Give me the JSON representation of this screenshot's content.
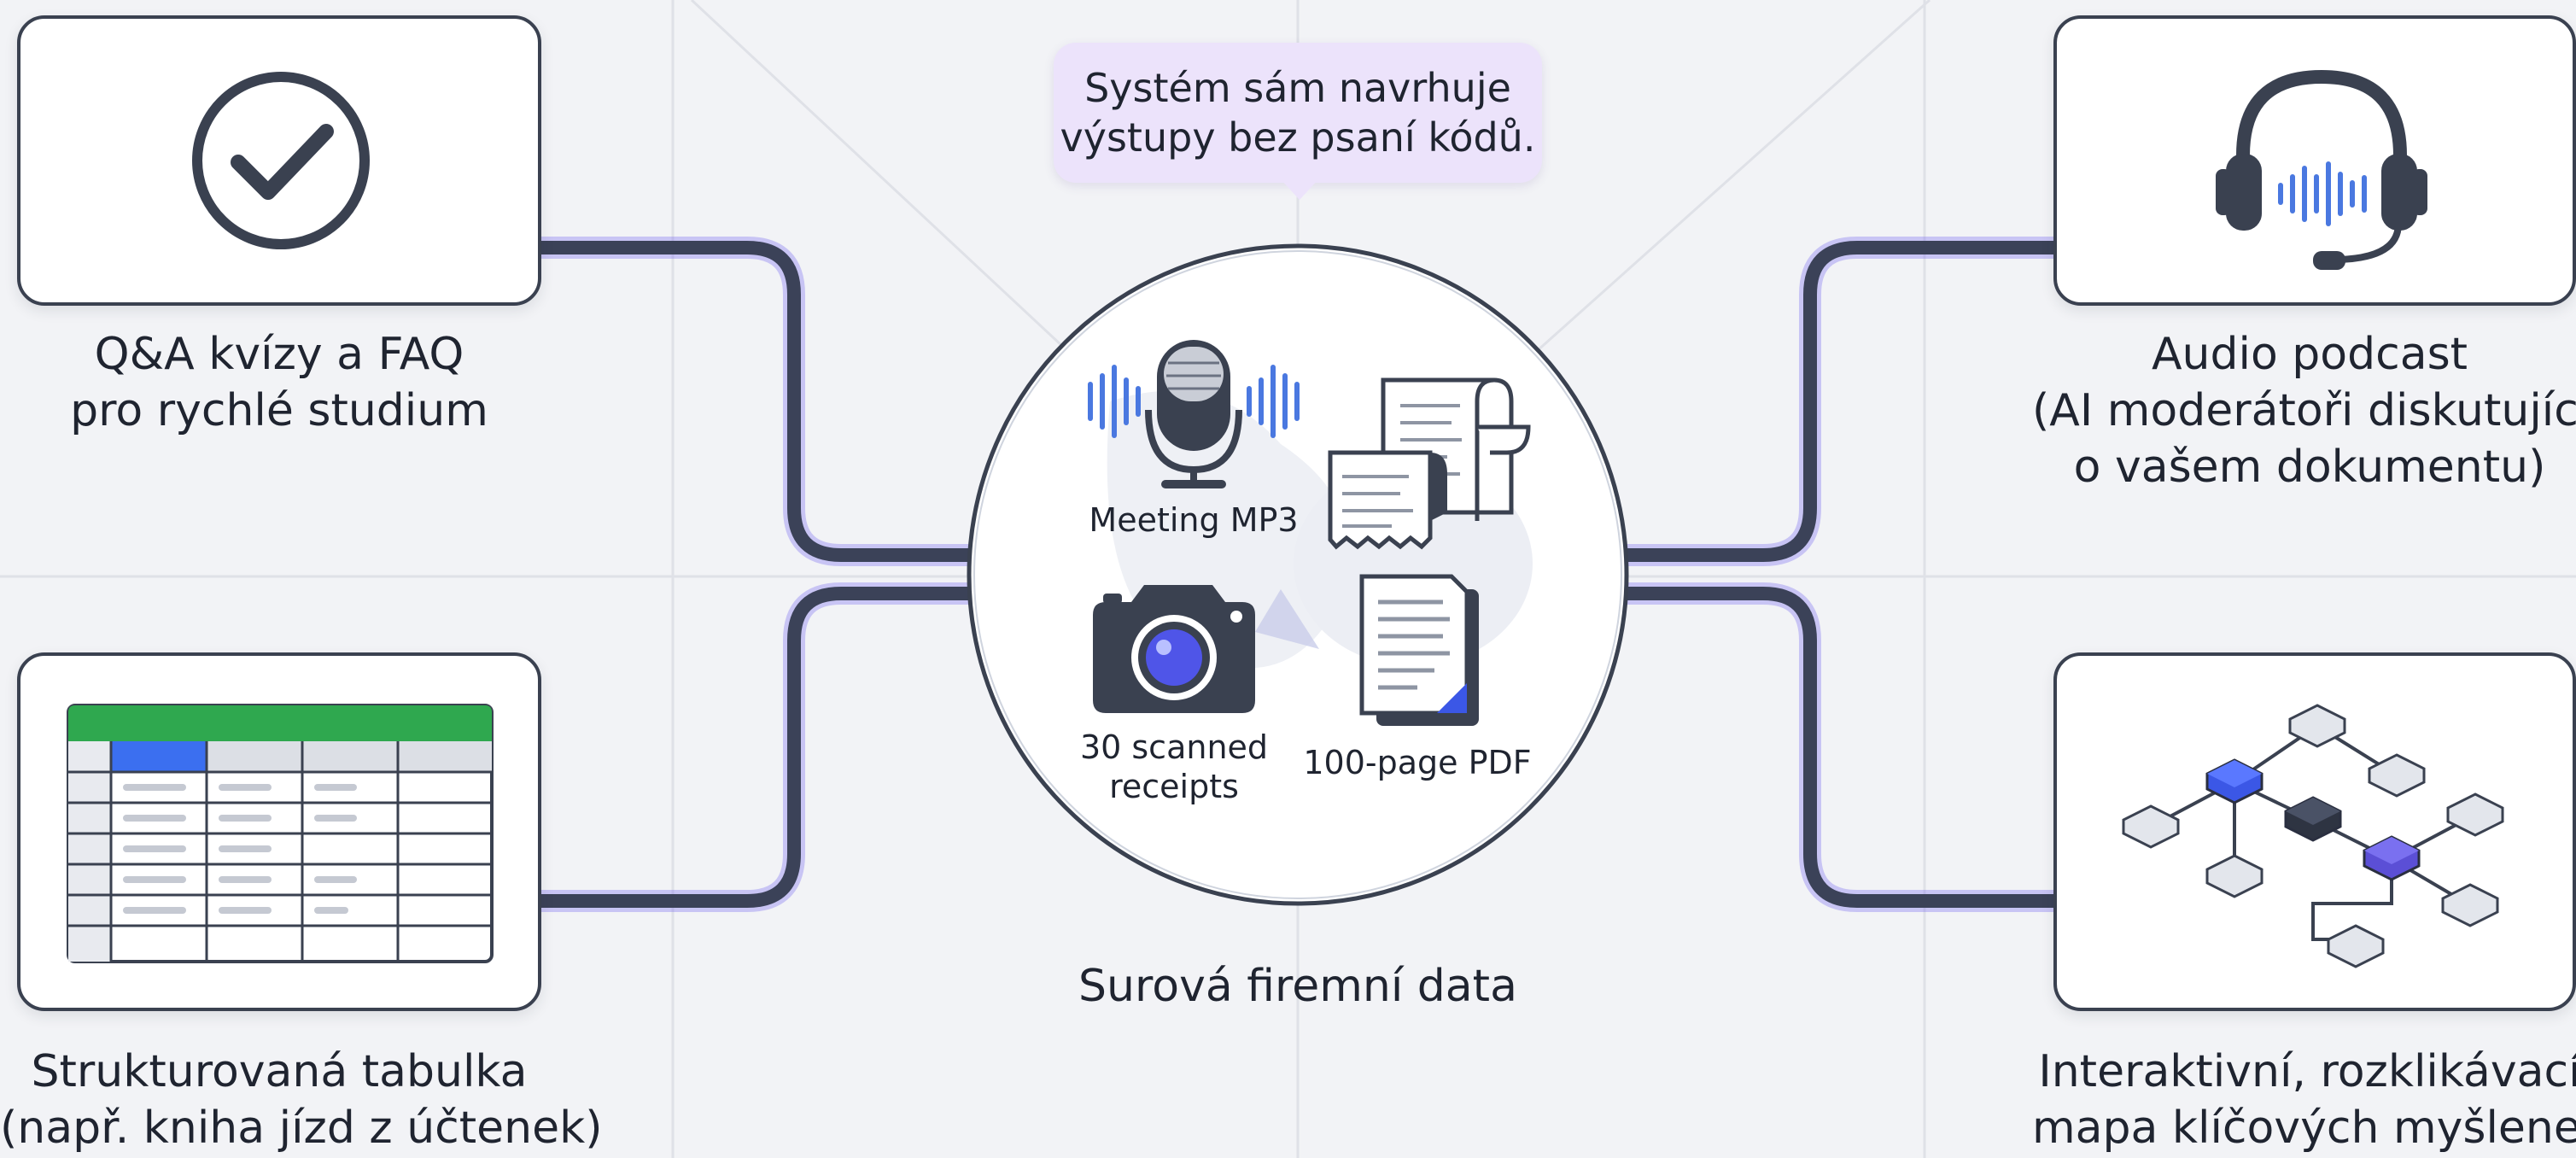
{
  "tooltip": {
    "line1": "Systém sám navrhuje",
    "line2": "výstupy bez psaní kódů."
  },
  "hub": {
    "caption": "Surová firemní data",
    "items": {
      "mp3": "Meeting MP3",
      "receipts_line1": "30 scanned",
      "receipts_line2": "receipts",
      "pdf": "100-page PDF"
    }
  },
  "outputs": {
    "quiz": {
      "line1": "Q&A kvízy a FAQ",
      "line2": "pro rychlé studium"
    },
    "table": {
      "line1": "Strukturovaná tabulka",
      "line2": "(např. kniha jízd z účtenek)"
    },
    "podcast": {
      "line1": "Audio podcast",
      "line2": "(AI moderátoři diskutující",
      "line3": "o vašem dokumentu)"
    },
    "mindmap": {
      "line1": "Interaktivní, rozklikávací",
      "line2": "mapa klíčových myšlenek"
    }
  },
  "colors": {
    "background": "#f2f3f6",
    "card_border": "#3a4150",
    "connector_dark": "#3b4258",
    "connector_glow": "#7b6cf0",
    "accent_blue": "#3b57e6",
    "accent_purple": "#5b4fd6",
    "table_header": "#2fa84f",
    "tooltip_bg": "#ece3fb"
  },
  "icons": [
    "check-circle-icon",
    "spreadsheet-icon",
    "headset-icon",
    "mind-map-icon",
    "microphone-icon",
    "receipt-icon",
    "camera-icon",
    "document-icon"
  ]
}
